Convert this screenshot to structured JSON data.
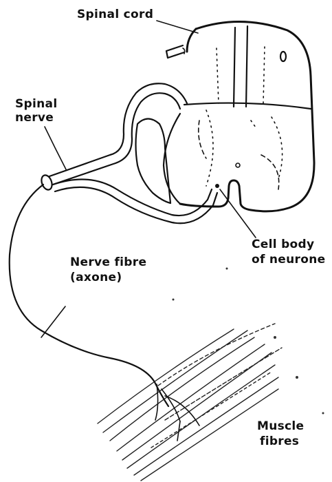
{
  "labels": {
    "spinal_cord": "Spinal cord",
    "spinal_nerve_line1": "Spinal",
    "spinal_nerve_line2": "nerve",
    "cell_body_line1": "Cell body",
    "cell_body_line2": "of neurone",
    "nerve_fibre_line1": "Nerve fibre",
    "nerve_fibre_line2": "(axone)",
    "muscle_line1": "Muscle",
    "muscle_line2": "fibres"
  }
}
